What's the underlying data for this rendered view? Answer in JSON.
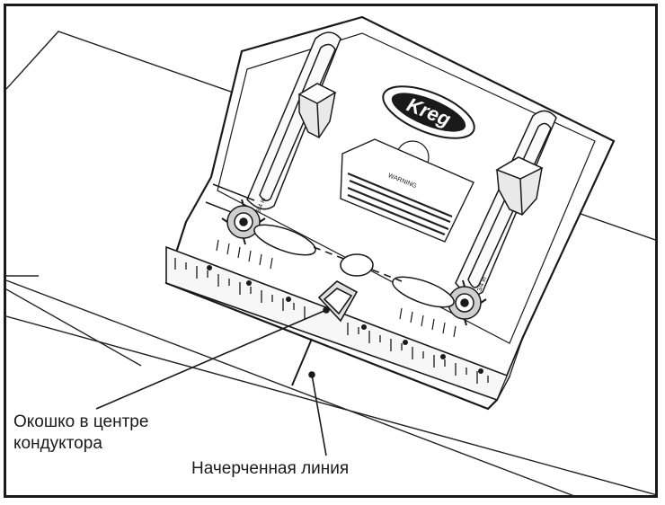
{
  "callouts": {
    "window_line1": "Окошко в центре",
    "window_line2": "кондуктора",
    "scribed_line": "Начерченная линия"
  },
  "logo": {
    "text": "Kreg"
  },
  "jig_labels": {
    "warning": "WARNING",
    "left_scale": "3/4 in",
    "right_scale": "3/4 in"
  },
  "colors": {
    "ink": "#1a1a1a",
    "paper": "#ffffff",
    "shade": "#d9d9d9"
  }
}
